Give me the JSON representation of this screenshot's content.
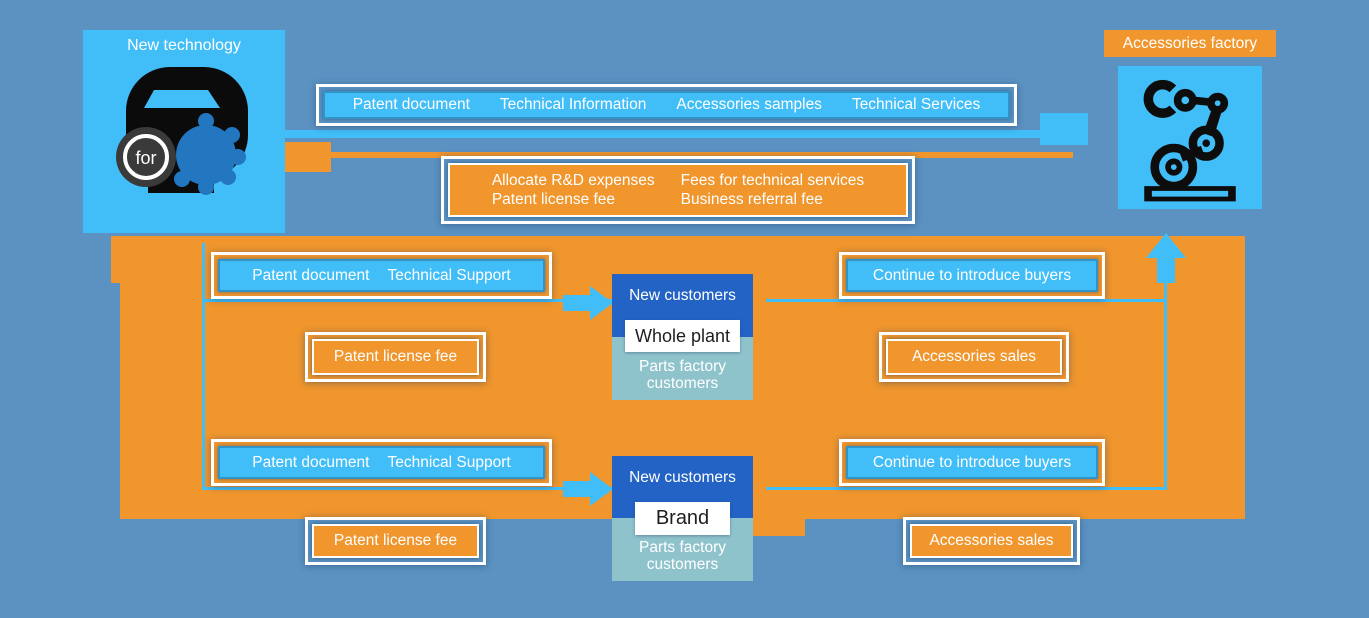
{
  "palette": {
    "background": "#5b92c2",
    "cyan": "#41bef8",
    "orange": "#f0962d",
    "dark_blue": "#2263c5",
    "teal": "#8fc3cc"
  },
  "icons": {
    "new_technology": "technology-hand-icon",
    "accessories_factory": "robot-arm-icon",
    "row_flow": "arrow-right-icon",
    "to_factory": "arrow-up-icon"
  },
  "new_technology": {
    "title": "New technology",
    "icon_label": "for"
  },
  "accessories_factory": {
    "title": "Accessories factory"
  },
  "top_bar": {
    "items": [
      "Patent document",
      "Technical Information",
      "Accessories samples",
      "Technical Services"
    ]
  },
  "fees": {
    "left": [
      "Allocate R&D expenses",
      "Patent license fee"
    ],
    "right": [
      "Fees for technical services",
      "Business referral fee"
    ]
  },
  "rows": [
    {
      "offer": [
        "Patent document",
        "Technical Support"
      ],
      "customers": {
        "title": "New customers",
        "tag": "Whole plant",
        "subtitle": "Parts factory customers"
      },
      "referral": "Continue to introduce buyers",
      "license_fee": "Patent license fee",
      "sales": "Accessories sales"
    },
    {
      "offer": [
        "Patent document",
        "Technical Support"
      ],
      "customers": {
        "title": "New customers",
        "tag": "Brand",
        "subtitle": "Parts factory customers"
      },
      "referral": "Continue to introduce buyers",
      "license_fee": "Patent license fee",
      "sales": "Accessories sales"
    }
  ]
}
